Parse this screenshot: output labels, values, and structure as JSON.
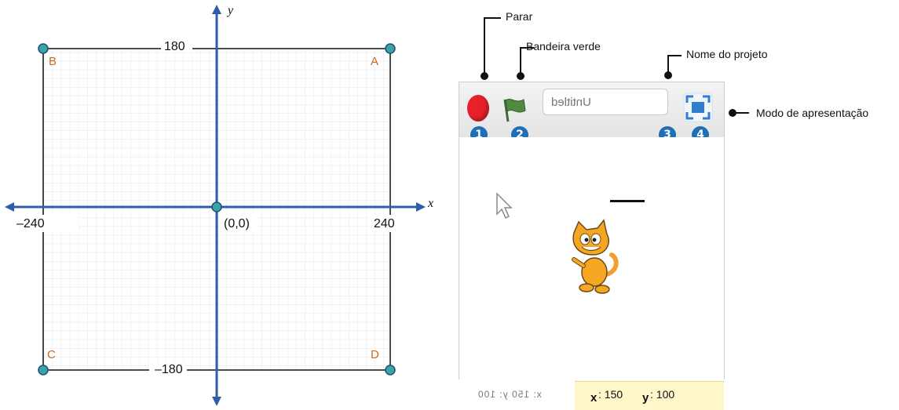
{
  "diagram": {
    "axis_x_name": "x",
    "axis_y_name": "y",
    "top_value": "180",
    "bottom_value": "–180",
    "left_value": "–240",
    "right_value": "240",
    "origin_label": "(0,0)",
    "corner_a": "A",
    "corner_b": "B",
    "corner_c": "C",
    "corner_d": "D",
    "colors": {
      "axis": "#2f5ea8",
      "point_fill": "#3aa3a3",
      "corner_text": "#d2691e",
      "grid": "#e6e6e6"
    }
  },
  "stage": {
    "project_name": "Untitled",
    "mouse_x_label": "x",
    "mouse_x_value": ": 150",
    "mouse_y_label": "y",
    "mouse_y_value": ": 100",
    "mirrored_coords": "x: 150 y: 100",
    "badges": [
      "1",
      "2",
      "3",
      "4"
    ]
  },
  "callouts": {
    "stop": "Parar",
    "green_flag": "Bandeira verde",
    "project_name": "Nome do projeto",
    "presentation_mode": "Modo de apresentação"
  }
}
